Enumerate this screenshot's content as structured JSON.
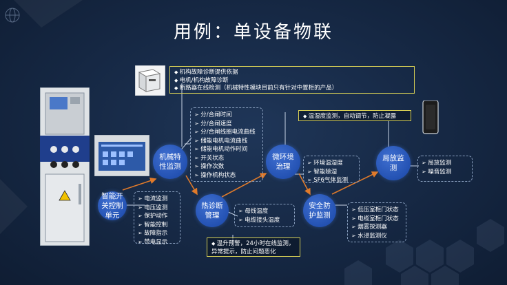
{
  "title": "用例：单设备物联",
  "nodes": {
    "smart_switch": "智能开关控制单元",
    "mech": "机械特性监测",
    "thermal": "热诊断管理",
    "micro_env": "微环境治理",
    "safety": "安全防护监测",
    "partial_discharge": "局放监测"
  },
  "boxes": {
    "smart_switch_list": [
      "电流监测",
      "电压监测",
      "保护动作",
      "智能控制",
      "故障指示",
      "带电显示"
    ],
    "mech_list": [
      "分/合闸时间",
      "分/合闸速度",
      "分/合闸线圈电流曲线",
      "储能电机电流曲线",
      "储能电机动作时间",
      "开关状态",
      "操作次数",
      "操作机构状态"
    ],
    "thermal_list": [
      "母线温度",
      "电缆接头温度"
    ],
    "micro_env_list": [
      "环境温湿度",
      "智能除湿",
      "SF6气体监测"
    ],
    "safety_list": [
      "低压室柜门状态",
      "电缆室柜门状态",
      "烟雾探测器",
      "水浸监测仪"
    ],
    "pd_list": [
      "局放监测",
      "噪音监测"
    ]
  },
  "callouts": {
    "mech_notes": [
      "机构故障诊断提供依据",
      "电机/机构故障诊断",
      "断路器在线检测（机械特性模块目前只有针对中置柜的产品）"
    ],
    "env_note": "温湿度监测，自动调节，防止凝露",
    "thermal_note": "温升预警，24小时在线监测，异常提示，防止问题恶化"
  },
  "colors": {
    "accent": "#2452b3",
    "callout_border": "#d8d055",
    "arrow": "#e07a2a"
  }
}
